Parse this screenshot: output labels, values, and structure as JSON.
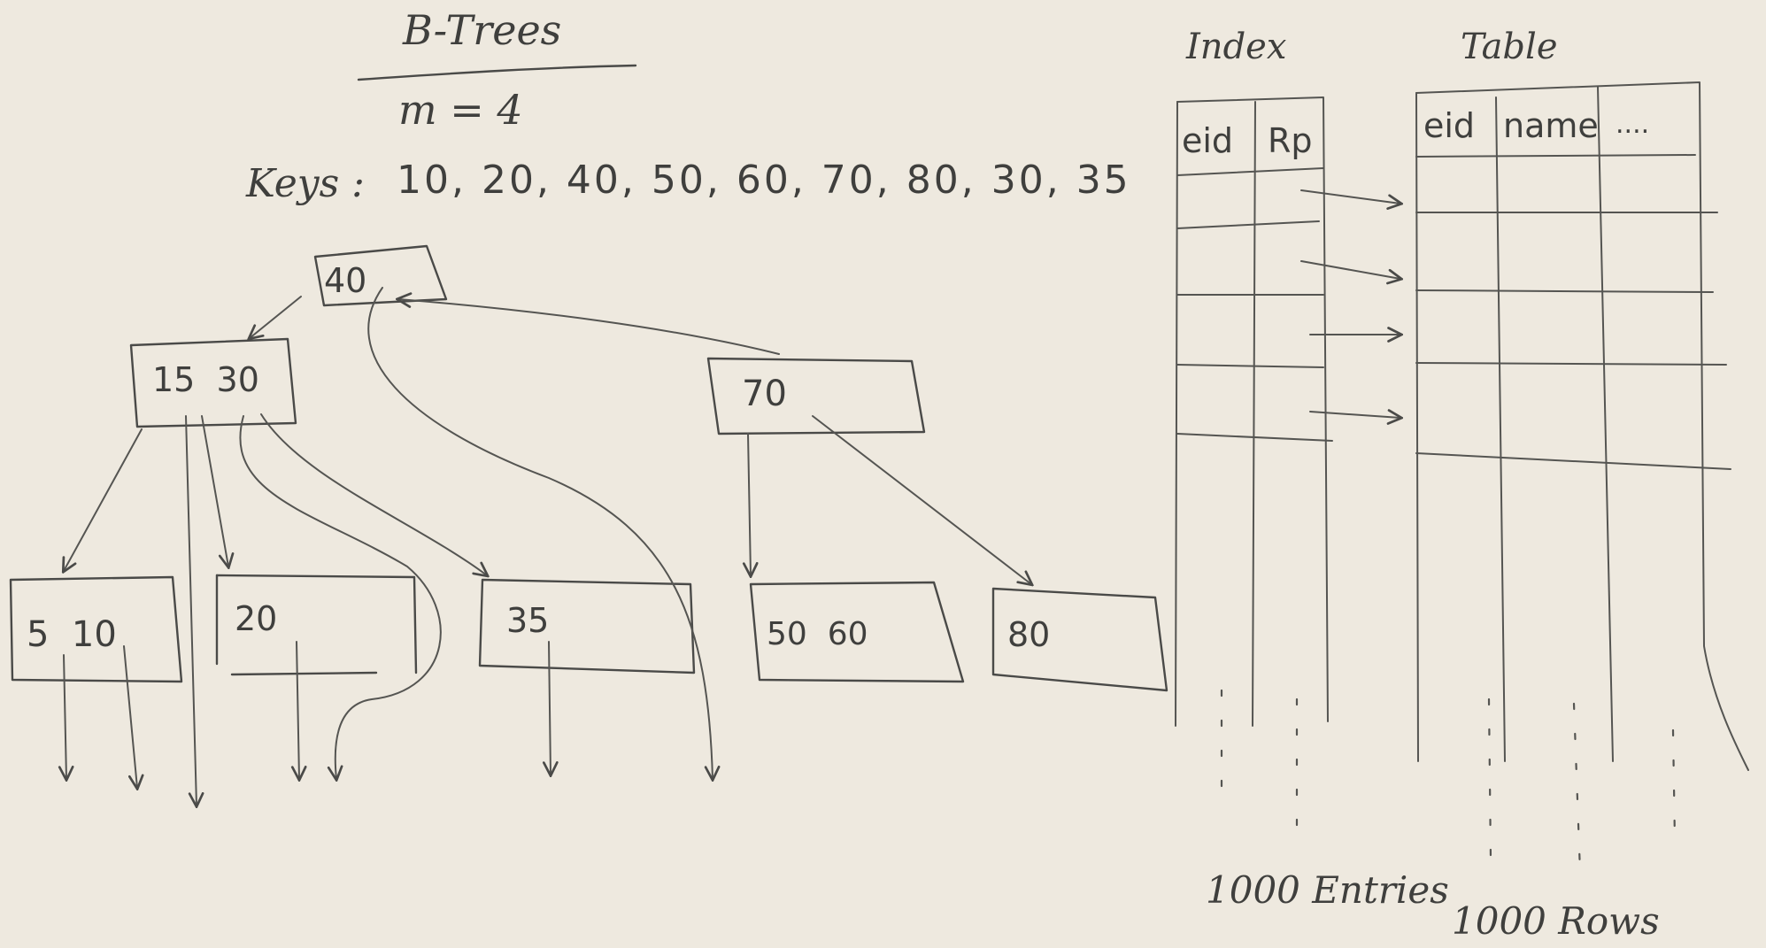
{
  "title": "B-Trees",
  "order": "m = 4",
  "keys_label": "Keys :",
  "keys_list": "10, 20, 40, 50, 60, 70, 80, 30, 35",
  "tree": {
    "root": "40",
    "level1_left": "15  30",
    "level1_right": "70",
    "leaves": [
      "5  10",
      "20",
      "35",
      "50  60",
      "80"
    ]
  },
  "index": {
    "title": "Index",
    "columns": [
      "eid",
      "Rp"
    ],
    "footer": "1000 Entries"
  },
  "table": {
    "title": "Table",
    "columns": [
      "eid",
      "name",
      "...."
    ],
    "footer": "1000 Rows"
  },
  "colors": {
    "board": "#eee9df",
    "ink": "#4a4a48"
  }
}
